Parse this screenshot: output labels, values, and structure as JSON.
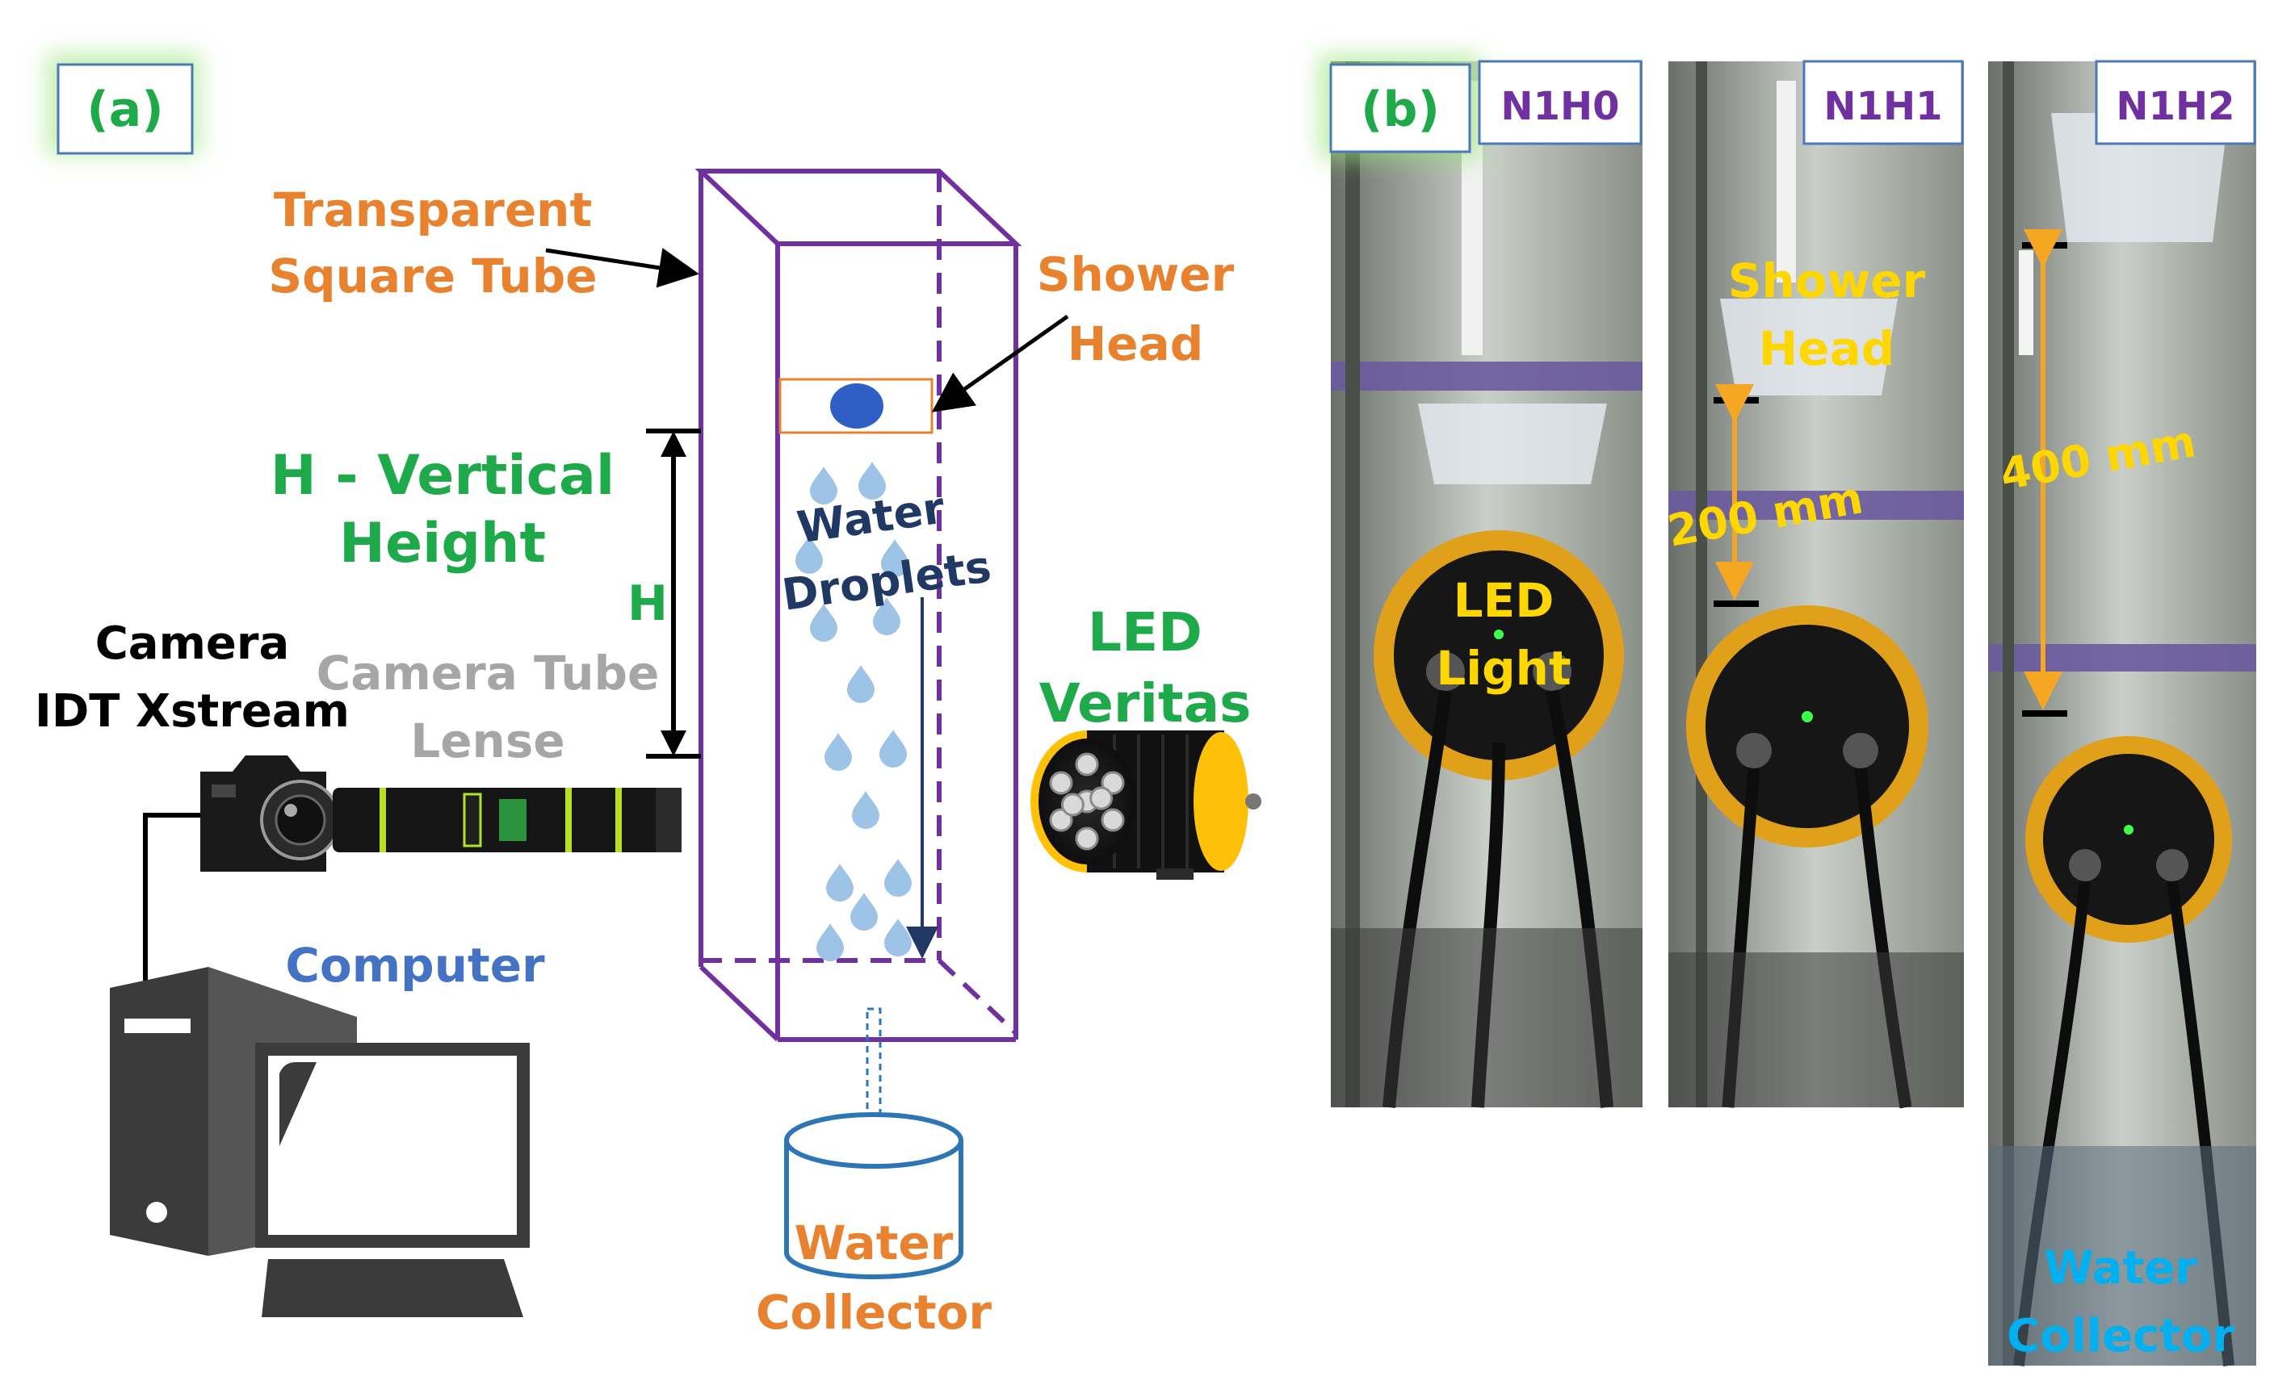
{
  "panel_a": {
    "tag": "(a)",
    "tube_label_line1": "Transparent",
    "tube_label_line2": "Square Tube",
    "shower_label_line1": "Shower",
    "shower_label_line2": "Head",
    "height_label_line1": "H - Vertical",
    "height_label_line2": "Height",
    "height_symbol": "H",
    "droplets_line1": "Water",
    "droplets_line2": "Droplets",
    "camera_line1": "Camera",
    "camera_line2": "IDT Xstream",
    "lens_line1": "Camera Tube",
    "lens_line2": "Lense",
    "led_line1": "LED",
    "led_line2": "Veritas",
    "computer_label": "Computer",
    "collector_line1": "Water",
    "collector_line2": "Collector"
  },
  "panel_b": {
    "tag": "(b)",
    "photos": [
      {
        "title": "N1H0",
        "overlay_line1": "LED",
        "overlay_line2": "Light"
      },
      {
        "title": "N1H1",
        "overlay_line1": "Shower",
        "overlay_line2": "Head",
        "dimension": "200 mm"
      },
      {
        "title": "N1H2",
        "dimension": "400 mm",
        "overlay_line1": "Water",
        "overlay_line2": "Collector"
      }
    ]
  },
  "colors": {
    "orange": "#e8822f",
    "green": "#1eaa4a",
    "purple": "#7030a0",
    "navy": "#1f3864",
    "blue": "#4472c4",
    "gray": "#a6a6a6",
    "yellow": "#ffd700",
    "amber": "#f5a623",
    "cyan": "#00b0f0",
    "droplet": "#9dc3e6"
  }
}
